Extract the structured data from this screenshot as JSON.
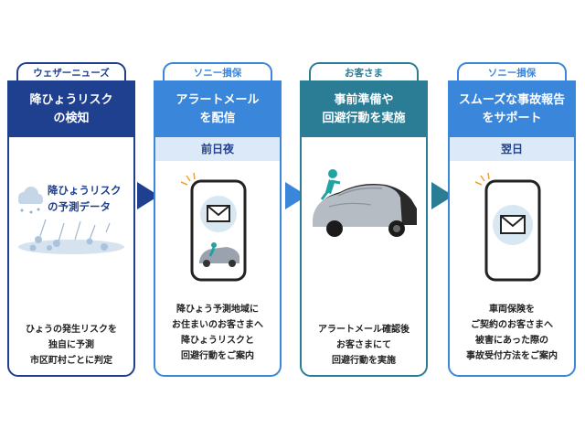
{
  "steps": [
    {
      "tab": "ウェザーニューズ",
      "title": [
        "降ひょうリスク",
        "の検知"
      ],
      "illus_label": [
        "降ひょうリスク",
        "の予測データ"
      ],
      "desc": [
        "ひょうの発生リスクを",
        "独自に予測",
        "市区町村ごとに判定"
      ],
      "color": "#1f3f8f"
    },
    {
      "tab": "ソニー損保",
      "title": [
        "アラートメール",
        "を配信"
      ],
      "sub": "前日夜",
      "desc": [
        "降ひょう予測地域に",
        "お住まいのお客さまへ",
        "降ひょうリスクと",
        "回避行動をご案内"
      ],
      "color": "#3a86db"
    },
    {
      "tab": "お客さま",
      "title": [
        "事前準備や",
        "回避行動を実施"
      ],
      "desc": [
        "アラートメール確認後",
        "お客さまにて",
        "回避行動を実施"
      ],
      "color": "#2a7d94"
    },
    {
      "tab": "ソニー損保",
      "title": [
        "スムーズな事故報告",
        "をサポート"
      ],
      "sub": "翌日",
      "desc": [
        "車両保険を",
        "ご契約のお客さまへ",
        "被害にあった際の",
        "事故受付方法をご案内"
      ],
      "color": "#3a86db"
    }
  ],
  "colors": {
    "navy": "#1f3f8f",
    "blue": "#3a86db",
    "teal": "#2a7d94",
    "sub_bg": "#dce9f8"
  }
}
